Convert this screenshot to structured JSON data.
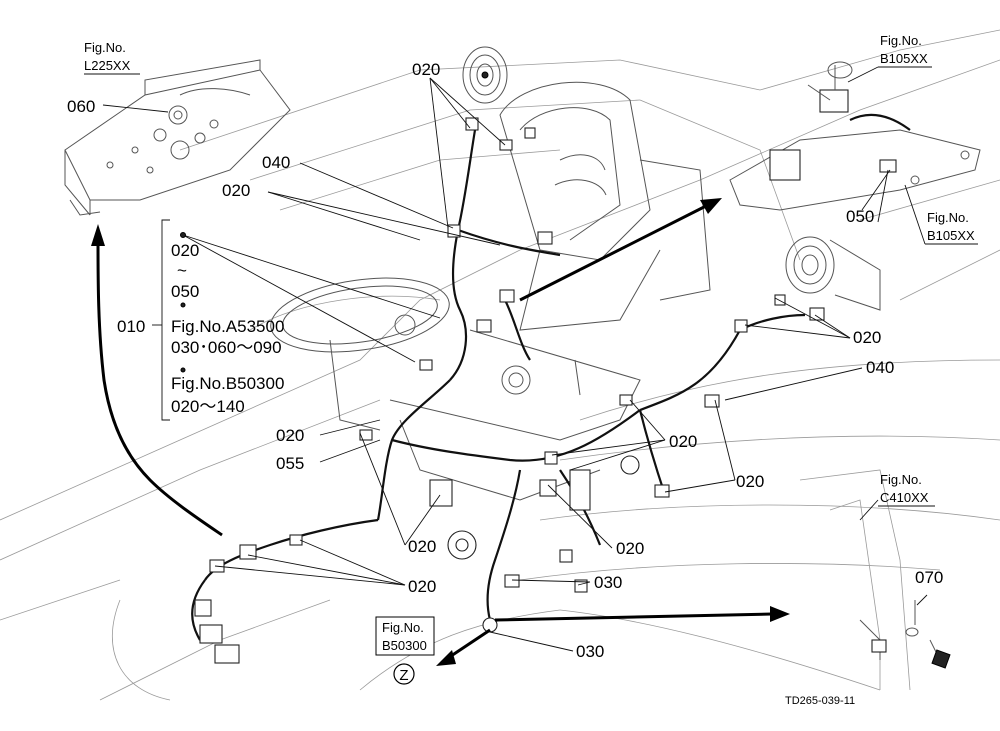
{
  "refs": {
    "l225": {
      "label": "Fig.No.",
      "value": "L225XX"
    },
    "b105_top": {
      "label": "Fig.No.",
      "value": "B105XX"
    },
    "b105_right": {
      "label": "Fig.No.",
      "value": "B105XX"
    },
    "c410": {
      "label": "Fig.No.",
      "value": "C410XX"
    },
    "b50300": {
      "label": "Fig.No.",
      "value": "B50300"
    }
  },
  "legend": {
    "parent_code": "010",
    "line1": "020",
    "line2": "~",
    "line3": "050",
    "line4": "Fig.No.A53500",
    "line5": "030･060～090",
    "line6": "Fig.No.B50300",
    "line7": "020～140"
  },
  "callouts": {
    "c060": "060",
    "c020_top": "020",
    "c040_upper": "040",
    "c020_left": "020",
    "c050_right": "050",
    "c020_right_upper": "020",
    "c040_right": "040",
    "c020_mid_right": "020",
    "c020_right_lower": "020",
    "c020_mid_left": "020",
    "c055": "055",
    "c020_center_low": "020",
    "c020_center_right": "020",
    "c020_bottom": "020",
    "c030_upper": "030",
    "c030_lower": "030",
    "c070": "070"
  },
  "view_marker": "Z",
  "drawing_id": "TD265-039-11"
}
